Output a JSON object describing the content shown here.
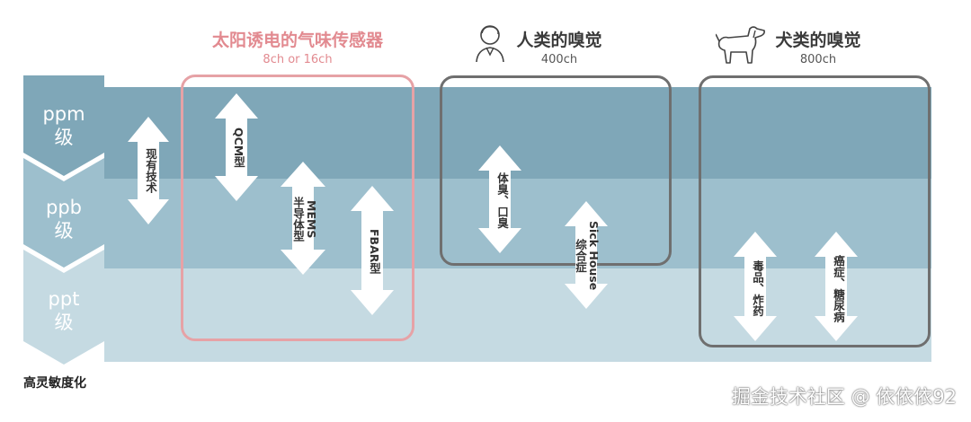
{
  "levels": [
    {
      "unit": "ppm",
      "suffix": "级"
    },
    {
      "unit": "ppb",
      "suffix": "级"
    },
    {
      "unit": "ppt",
      "suffix": "级"
    }
  ],
  "sensitivity_label": "高灵敏度化",
  "columns": {
    "solar": {
      "title": "太阳诱电的气味传感器",
      "subtitle": "8ch or 16ch"
    },
    "human": {
      "title": "人类的嗅觉",
      "subtitle": "400ch"
    },
    "dog": {
      "title": "犬类的嗅觉",
      "subtitle": "800ch"
    }
  },
  "arrows": {
    "current": {
      "label": "现有技术"
    },
    "qcm": {
      "label": "QCM型"
    },
    "mems": {
      "line1": "MEMS",
      "line2": "半导体型"
    },
    "fbar": {
      "label": "FBAR型"
    },
    "body": {
      "label": "体臭、口臭"
    },
    "sick": {
      "line1": "Sick House",
      "line2": "综合症"
    },
    "drugs": {
      "label": "毒品、炸药"
    },
    "diseases": {
      "label": "癌症、糖尿病"
    }
  },
  "watermark": "掘金技术社区 @ 依依依92",
  "colors": {
    "band_top": "#7fa7b8",
    "band_mid": "#9dbfcd",
    "band_low": "#c5dae2",
    "accent_pink": "#e6a2a6",
    "box_gray": "#6f6f6f"
  }
}
